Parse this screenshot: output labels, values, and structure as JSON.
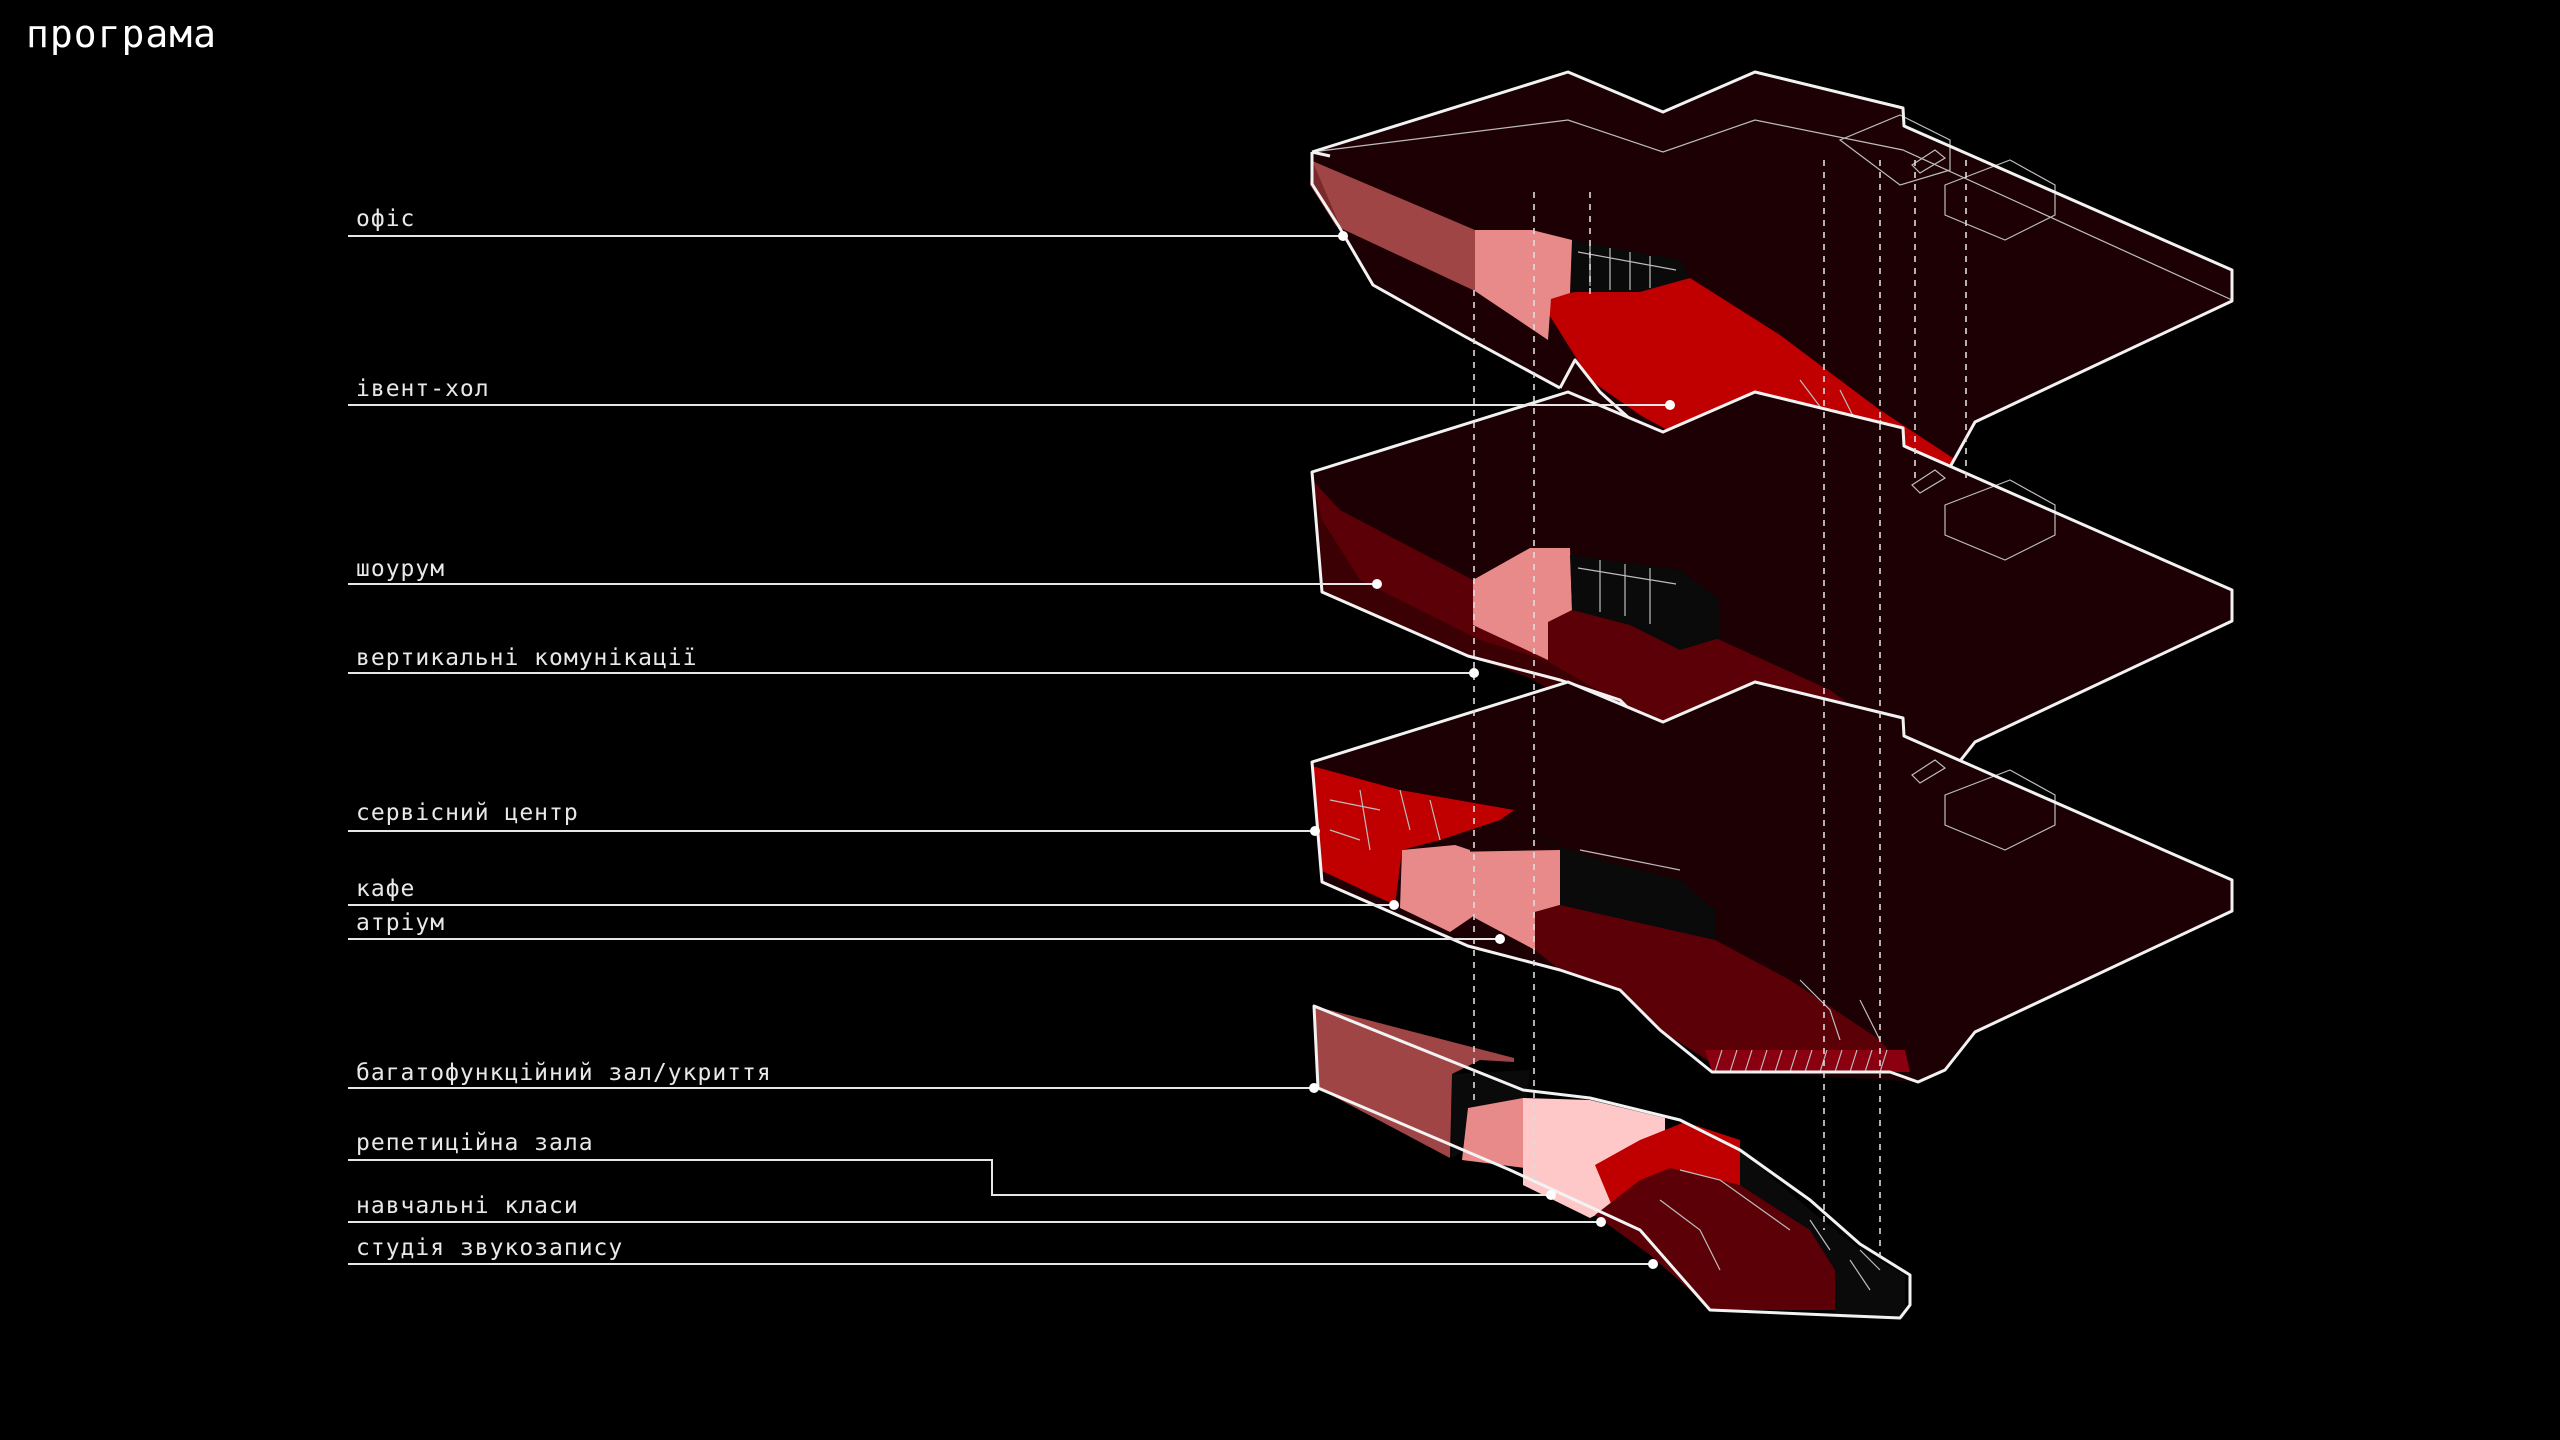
{
  "title": "програма",
  "labels": [
    {
      "id": "office",
      "text": "офіс"
    },
    {
      "id": "event-hall",
      "text": "івент-хол"
    },
    {
      "id": "showroom",
      "text": "шоурум"
    },
    {
      "id": "vertical-communications",
      "text": "вертикальні комунікації"
    },
    {
      "id": "service-center",
      "text": "сервісний центр"
    },
    {
      "id": "cafe",
      "text": "кафе"
    },
    {
      "id": "atrium",
      "text": "атріум"
    },
    {
      "id": "multipurpose-hall",
      "text": "багатофункційний зал/укриття"
    },
    {
      "id": "rehearsal-hall",
      "text": "репетиційна зала"
    },
    {
      "id": "classrooms",
      "text": "навчальні класи"
    },
    {
      "id": "recording-studio",
      "text": "студія звукозапису"
    }
  ],
  "colors": {
    "background": "#000000",
    "slab": "#1c0004",
    "red_dark": "#5a0006",
    "red": "#c00000",
    "red_muted": "#a04545",
    "pink": "#e88a8a",
    "pink_light": "#ffc8c8",
    "line": "#ffffff"
  }
}
